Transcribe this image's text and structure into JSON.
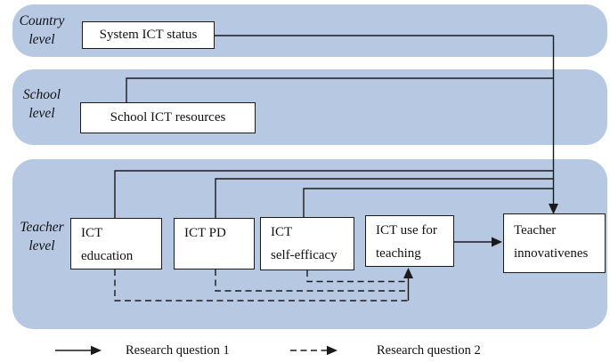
{
  "panels": {
    "country": {
      "label_line1": "Country",
      "label_line2": "level"
    },
    "school": {
      "label_line1": "School",
      "label_line2": "level"
    },
    "teacher": {
      "label_line1": "Teacher",
      "label_line2": "level"
    }
  },
  "boxes": {
    "system_ict_status": {
      "text": "System ICT status"
    },
    "school_ict_resources": {
      "text": "School ICT resources"
    },
    "ict_education": {
      "line1": "ICT",
      "line2": "education"
    },
    "ict_pd": {
      "line1": "ICT PD"
    },
    "ict_self_efficacy": {
      "line1": "ICT",
      "line2": "self-efficacy"
    },
    "ict_use_for_teaching": {
      "line1": "ICT use for",
      "line2": "teaching"
    },
    "teacher_innovativenes": {
      "line1": "Teacher",
      "line2": "innovativenes"
    }
  },
  "legend": {
    "rq1_label": "Research question 1",
    "rq2_label": "Research question 2"
  },
  "edges": [
    {
      "from": "System ICT status",
      "to": "Teacher innovativenes",
      "style": "solid"
    },
    {
      "from": "School ICT resources",
      "to": "Teacher innovativenes",
      "style": "solid"
    },
    {
      "from": "ICT education",
      "to": "Teacher innovativenes",
      "style": "solid"
    },
    {
      "from": "ICT PD",
      "to": "Teacher innovativenes",
      "style": "solid"
    },
    {
      "from": "ICT self-efficacy",
      "to": "Teacher innovativenes",
      "style": "solid"
    },
    {
      "from": "ICT use for teaching",
      "to": "Teacher innovativenes",
      "style": "solid"
    },
    {
      "from": "ICT education",
      "to": "ICT use for teaching",
      "style": "dashed"
    },
    {
      "from": "ICT PD",
      "to": "ICT use for teaching",
      "style": "dashed"
    },
    {
      "from": "ICT self-efficacy",
      "to": "ICT use for teaching",
      "style": "dashed"
    }
  ],
  "colors": {
    "panel_fill": "#b7c9e2",
    "box_fill": "#ffffff",
    "line": "#1b1b1b"
  }
}
